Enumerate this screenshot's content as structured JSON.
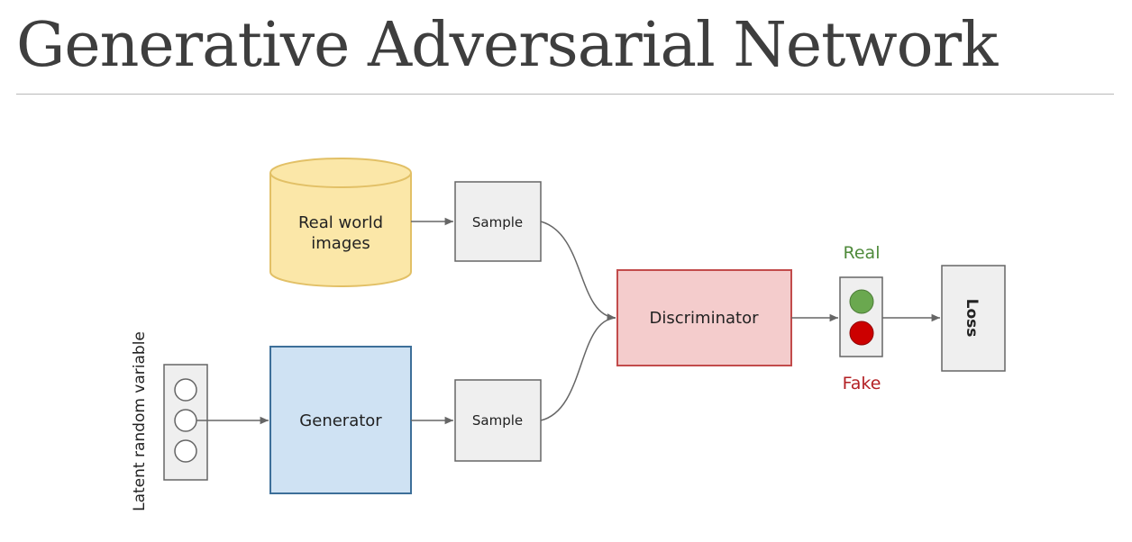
{
  "title": "Generative Adversarial Network",
  "diagram": {
    "real_images_label_line1": "Real world",
    "real_images_label_line2": "images",
    "sample_top": "Sample",
    "sample_bottom": "Sample",
    "generator": "Generator",
    "discriminator": "Discriminator",
    "latent_label": "Latent random variable",
    "real_label": "Real",
    "fake_label": "Fake",
    "loss": "Loss"
  },
  "colors": {
    "database_fill": "#fbe7a8",
    "database_stroke": "#e2c066",
    "generator_fill": "#cfe2f3",
    "generator_stroke": "#3d6f99",
    "discriminator_fill": "#f4cccc",
    "discriminator_stroke": "#c24b4b",
    "box_fill": "#efefef",
    "box_stroke": "#666666",
    "real_color": "#4f8a3b",
    "fake_color": "#b32024",
    "real_light": "#6aa84f",
    "fake_light": "#cc0000"
  }
}
